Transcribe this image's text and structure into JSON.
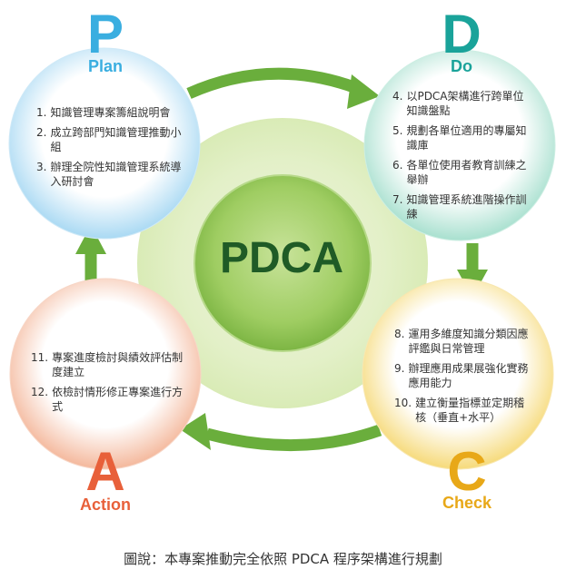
{
  "center_label": "PDCA",
  "caption": "圖說：本專案推動完全依照 PDCA 程序架構進行規劃",
  "colors": {
    "plan": "#3aaee0",
    "do": "#1aa39a",
    "check": "#e8a818",
    "action": "#e8603a",
    "arrow": "#6aae3c",
    "center": "#4a9a2c"
  },
  "phases": {
    "plan": {
      "letter": "P",
      "name": "Plan",
      "items": [
        {
          "num": "1.",
          "text": "知識管理專案籌組說明會"
        },
        {
          "num": "2.",
          "text": "成立跨部門知識管理推動小組"
        },
        {
          "num": "3.",
          "text": "辦理全院性知識管理系統導入研討會"
        }
      ]
    },
    "do": {
      "letter": "D",
      "name": "Do",
      "items": [
        {
          "num": "4.",
          "text": "以PDCA架構進行跨單位知識盤點"
        },
        {
          "num": "5.",
          "text": "規劃各單位適用的專屬知識庫"
        },
        {
          "num": "6.",
          "text": "各單位使用者教育訓練之舉辦"
        },
        {
          "num": "7.",
          "text": "知識管理系統進階操作訓練"
        }
      ]
    },
    "check": {
      "letter": "C",
      "name": "Check",
      "items": [
        {
          "num": "8.",
          "text": "運用多維度知識分類因應評鑑與日常管理"
        },
        {
          "num": "9.",
          "text": "辦理應用成果展強化實務應用能力"
        },
        {
          "num": "10.",
          "text": "建立衡量指標並定期稽核（垂直+水平）"
        }
      ]
    },
    "action": {
      "letter": "A",
      "name": "Action",
      "items": [
        {
          "num": "11.",
          "text": "專案進度檢討與績效評估制度建立"
        },
        {
          "num": "12.",
          "text": "依檢討情形修正專案進行方式"
        }
      ]
    }
  }
}
